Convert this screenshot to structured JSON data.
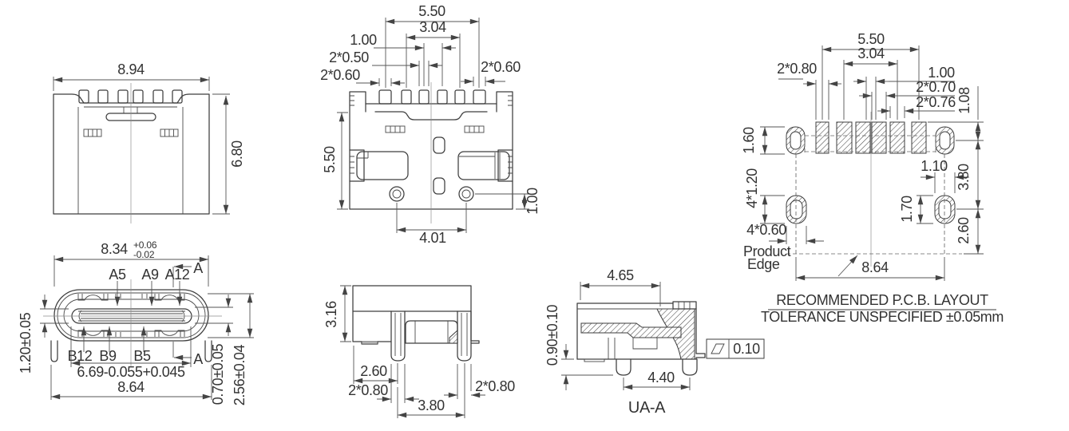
{
  "drawing": {
    "front_view": {
      "width": "8.94",
      "height": "6.80"
    },
    "top_view": {
      "width": "5.50",
      "pin_span": "3.04",
      "pin_gap": "1.00",
      "pin_width_mid": "2*0.50",
      "pin_width_left": "2*0.60",
      "pin_width_right": "2*0.60",
      "depth": "5.50",
      "hole_to_edge": "1.00",
      "hole_pitch": "4.01"
    },
    "pcb_layout": {
      "pad_span": "5.50",
      "pad_span_inner": "3.04",
      "outer_pad_width": "2*0.80",
      "center_pad_gap": "1.00",
      "pad_width_a": "2*0.70",
      "pad_width_b": "2*0.76",
      "pad_length": "1.08",
      "slot_height_top": "1.60",
      "slot_height_bottom": "4*1.20",
      "slot_width": "4*0.60",
      "product_edge_line1": "Product",
      "product_edge_line2": "Edge",
      "edge_to_edge": "8.64",
      "slot_width_right": "1.10",
      "slot_height_right": "1.70",
      "row_pitch": "3.80",
      "edge_distance": "2.60",
      "title": "RECOMMENDED P.C.B. LAYOUT",
      "tolerance_note": "TOLERANCE UNSPECIFIED ±0.05mm"
    },
    "face_view": {
      "shell_width": "8.34",
      "shell_width_tol_plus": "+0.06",
      "shell_width_tol_minus": "-0.02",
      "pin_a5": "A5",
      "pin_a9": "A9",
      "pin_a12": "A12",
      "pin_b12": "B12",
      "pin_b9": "B9",
      "pin_b5": "B5",
      "section_marker": "A",
      "tongue_thickness": "1.20±0.05",
      "tongue_width": "6.69-0.055+0.045",
      "leg_span": "8.64",
      "tongue_offset": "0.70±0.05",
      "cavity_height": "2.56±0.04"
    },
    "side_view": {
      "height": "3.16",
      "leg_offset": "2.60",
      "leg_width_left": "2*0.80",
      "leg_pitch": "3.80",
      "leg_width_right": "2*0.80"
    },
    "section_view": {
      "label": "UA-A",
      "depth": "4.65",
      "standoff": "0.90±0.10",
      "leg_pitch": "4.40",
      "flatness": "0.10"
    }
  }
}
